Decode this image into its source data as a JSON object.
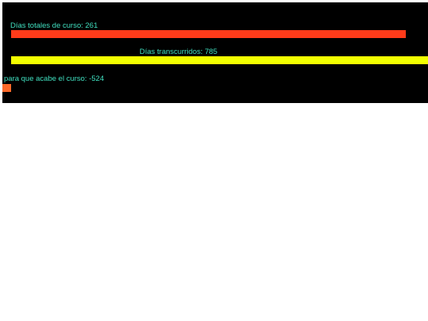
{
  "colors": {
    "background": "#000000",
    "label_text": "#40e0c0",
    "total_bar": "#ff3b1a",
    "elapsed_bar": "#f2ff00",
    "remaining_bar": "#ff6a2a"
  },
  "course": {
    "total": {
      "label": "Días totales de curso: 261"
    },
    "elapsed": {
      "label": "Días transcurridos: 785"
    },
    "remaining": {
      "label": "para que acabe el curso: -524"
    }
  }
}
